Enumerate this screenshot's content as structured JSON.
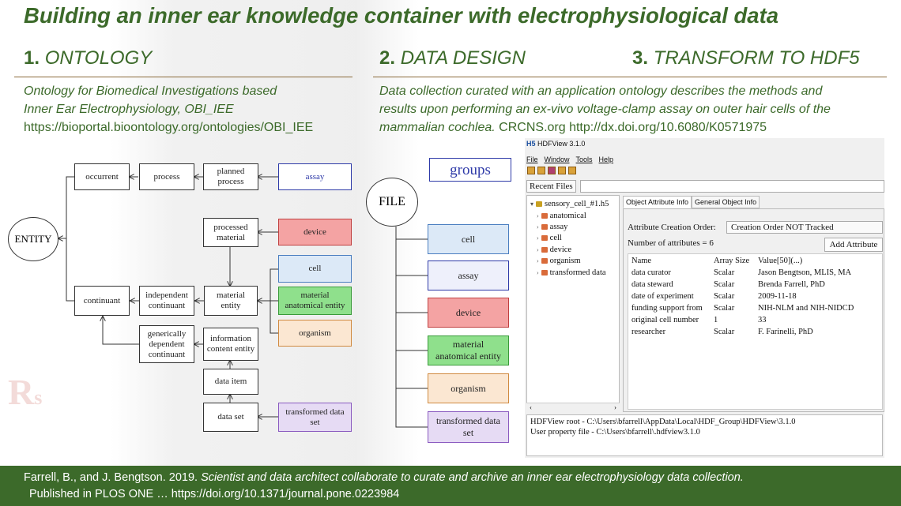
{
  "title": "Building an inner ear knowledge container with electrophysiological data",
  "sections": [
    {
      "number": "1.",
      "heading": "ONTOLOGY"
    },
    {
      "number": "2.",
      "heading": "DATA DESIGN"
    },
    {
      "number": "3.",
      "heading": "TRANSFORM TO HDF5"
    }
  ],
  "ontology_desc": {
    "line1": "Ontology for Biomedical Investigations based",
    "line2": "Inner Ear Electrophysiology, OBI_IEE",
    "url": "https://bioportal.bioontology.org/ontologies/OBI_IEE"
  },
  "data_design_desc": {
    "line1": "Data collection curated with an application ontology describes the methods and",
    "line2": "results upon performing an ex-vivo voltage-clamp assay on outer hair cells of the",
    "line3_italic": "mammalian cochlea.",
    "line3_rest": "  CRCNS.org http://dx.doi.org/10.6080/K0571975"
  },
  "ontology": {
    "entity": "ENTITY",
    "occurrent": "occurrent",
    "process": "process",
    "planned_process_1": "planned",
    "planned_process_2": "process",
    "assay": "assay",
    "processed_material_1": "processed",
    "processed_material_2": "material",
    "device": "device",
    "cell": "cell",
    "continuant": "continuant",
    "independent_continuant_1": "independent",
    "independent_continuant_2": "continuant",
    "material_entity_1": "material",
    "material_entity_2": "entity",
    "material_anatomical_1": "material",
    "material_anatomical_2": "anatomical entity",
    "organism": "organism",
    "gdc_1": "generically",
    "gdc_2": "dependent",
    "gdc_3": "continuant",
    "ice_1": "information",
    "ice_2": "content entity",
    "data_item": "data item",
    "data_set": "data set",
    "transformed_1": "transformed data",
    "transformed_2": "set"
  },
  "groups": {
    "label": "groups",
    "file": "FILE",
    "cell": "cell",
    "assay": "assay",
    "device": "device",
    "material_1": "material",
    "material_2": "anatomical entity",
    "organism": "organism",
    "transformed_1": "transformed data",
    "transformed_2": "set"
  },
  "colors": {
    "assay": "#2e3aa8",
    "device": "#f4a3a3",
    "cell": "#dce9f7",
    "material": "#8fe08c",
    "organism": "#fbe7d2",
    "transformed": "#e6dbf4",
    "green_text": "#3c6a2a"
  },
  "hdfview": {
    "title": "HDFView 3.1.0",
    "menu": [
      "File",
      "Window",
      "Tools",
      "Help"
    ],
    "recent_files": "Recent Files",
    "tree_root": "sensory_cell_#1.h5",
    "tree_items": [
      "anatomical",
      "assay",
      "cell",
      "device",
      "organism",
      "transformed data"
    ],
    "tab_active": "Object Attribute Info",
    "tab_other": "General Object Info",
    "attr_creation_label": "Attribute Creation Order:",
    "attr_creation_value": "Creation Order NOT Tracked",
    "num_attributes": "Number of attributes = 6",
    "add_attribute": "Add Attribute",
    "table_header": [
      "Name",
      "Array Size",
      "Value[50](...)"
    ],
    "table_rows": [
      [
        "data curator",
        "Scalar",
        "Jason Bengtson, MLIS, MA"
      ],
      [
        "data steward",
        "Scalar",
        "Brenda Farrell, PhD"
      ],
      [
        "date of experiment",
        "Scalar",
        "2009-11-18"
      ],
      [
        "funding support from",
        "Scalar",
        "NIH-NLM and NIH-NIDCD"
      ],
      [
        "original cell number",
        "1",
        "33"
      ],
      [
        "researcher",
        "Scalar",
        "F. Farinelli, PhD"
      ]
    ],
    "status_line1": "HDFView root - C:\\Users\\bfarrell\\AppData\\Local\\HDF_Group\\HDFView\\3.1.0",
    "status_line2": "User property file - C:\\Users\\bfarrell\\.hdfview3.1.0"
  },
  "footer": {
    "line1_plain": "Farrell, B., and J. Bengtson. 2019. ",
    "line1_italic": "Scientist and data architect collaborate to curate and archive an inner ear electrophysiology data collection.",
    "line2": "Published in PLOS ONE … https://doi.org/10.1371/journal.pone.0223984"
  }
}
